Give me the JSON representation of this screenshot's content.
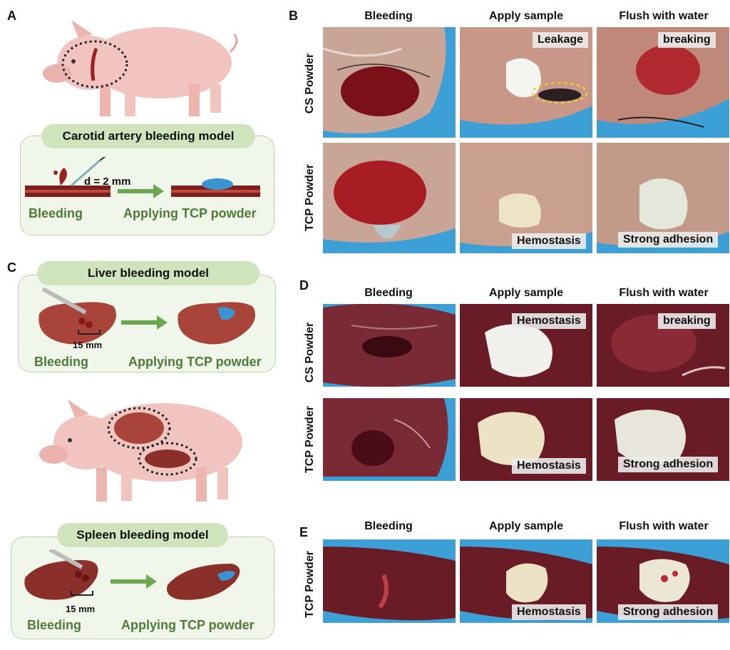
{
  "panel_letters": {
    "a": "A",
    "b": "B",
    "c": "C",
    "d": "D",
    "e": "E"
  },
  "panel_a": {
    "model_title": "Carotid artery  bleeding model",
    "diameter": "d = 2 mm",
    "bleeding": "Bleeding",
    "applying": "Applying TCP powder"
  },
  "panel_c": {
    "liver_title": "Liver bleeding model",
    "spleen_title": "Spleen bleeding model",
    "liver_scale": "15 mm",
    "spleen_scale": "15 mm",
    "bleeding": "Bleeding",
    "applying": "Applying TCP powder"
  },
  "columns": {
    "c1": "Bleeding",
    "c2": "Apply sample",
    "c3": "Flush with water"
  },
  "rows": {
    "cs": "CS Powder",
    "tcp": "TCP Powder"
  },
  "tags": {
    "b_cs_apply": "Leakage",
    "b_cs_flush": "breaking",
    "b_tcp_apply": "Hemostasis",
    "b_tcp_flush": "Strong adhesion",
    "d_cs_apply": "Hemostasis",
    "d_cs_flush": "breaking",
    "d_tcp_apply": "Hemostasis",
    "d_tcp_flush": "Strong adhesion",
    "e_tcp_apply": "Hemostasis",
    "e_tcp_flush": "Strong adhesion"
  },
  "colors": {
    "background": "#ffffff",
    "pill_green": "#cfe3bd",
    "box_fill": "#f1f6ea",
    "text_green": "#4f7b38",
    "pig_pink": "#f2c4bf",
    "organ_red": "#9c3a34",
    "surgical_blue": "#3c9fd6",
    "tcp_powder": "#e8e0c0"
  }
}
